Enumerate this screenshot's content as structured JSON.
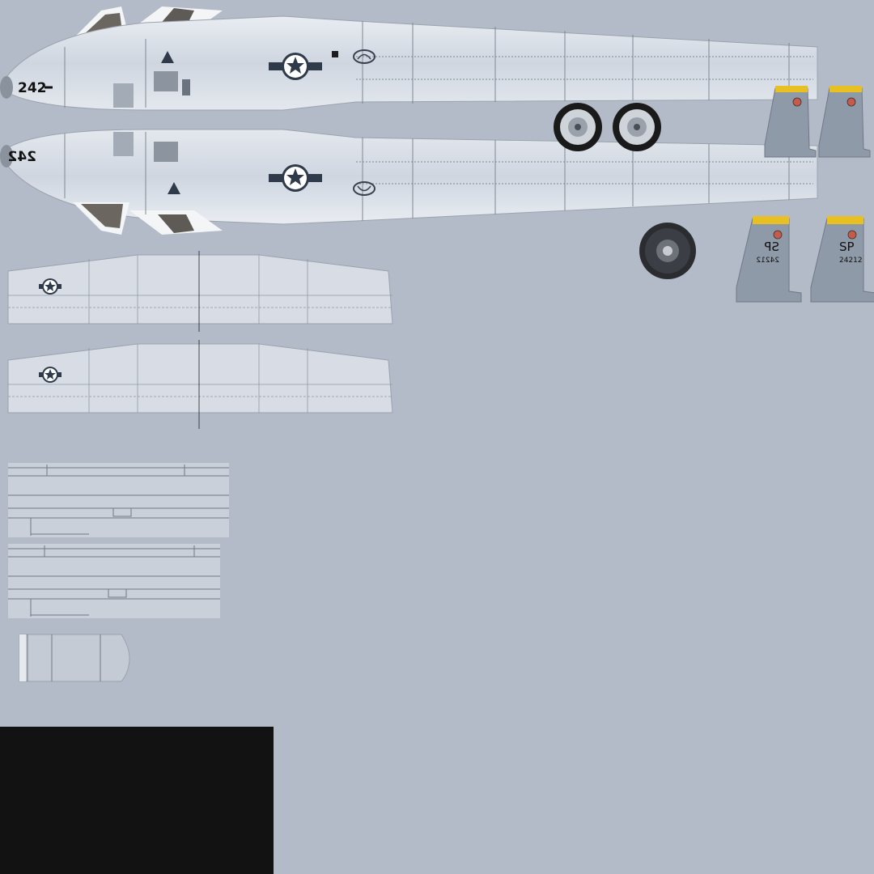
{
  "texture": {
    "fuselage_serial": "242",
    "fin_code": "SP",
    "fin_serial": "24212",
    "colors": {
      "background": "#b2bbc7",
      "skin": "#dfe4ec",
      "skin_shade": "#c7ced8",
      "panel_line": "#7f8894",
      "insignia_blue": "#2f3b4a",
      "insignia_white": "#ffffff",
      "fin_tip_yellow": "#e8c021",
      "fin_gray": "#8f9aa8",
      "tire_black": "#1a1a1a",
      "hub": "#cfd4da",
      "black_block": "#121212"
    },
    "icons": [
      "star-bar-insignia-icon",
      "squadron-emblem-icon",
      "wheel-icon",
      "tail-fin-icon"
    ]
  }
}
